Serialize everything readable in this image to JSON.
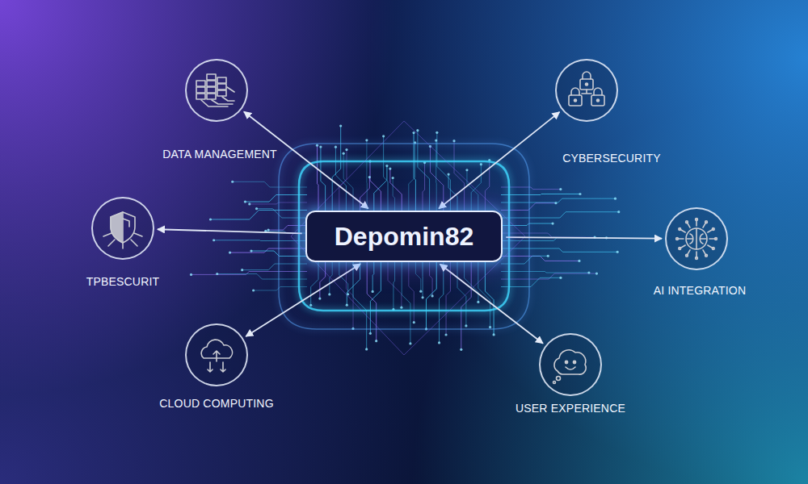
{
  "diagram": {
    "nodes": [
      {
        "text": [
          "DATA MANAGEMENT"
        ]
      },
      {
        "text": [
          "CYBERSECURITY"
        ]
      },
      {
        "text": [
          "TPBESCURIT"
        ]
      },
      {
        "text": [
          "Depomin82"
        ]
      },
      {
        "text": [
          "AI INTEGRATION"
        ]
      },
      {
        "text": [
          "CLOUD COMPUTING"
        ]
      },
      {
        "text": [
          "USER EXPERIENCE"
        ]
      }
    ],
    "edges": [
      {
        "from": 3,
        "to": 0,
        "arrow": "both"
      },
      {
        "from": 3,
        "to": 1,
        "arrow": "both"
      },
      {
        "from": 3,
        "to": 2,
        "arrow": "to"
      },
      {
        "from": 3,
        "to": 4,
        "arrow": "to"
      },
      {
        "from": 3,
        "to": 5,
        "arrow": "both"
      },
      {
        "from": 3,
        "to": 6,
        "arrow": "both"
      }
    ]
  }
}
